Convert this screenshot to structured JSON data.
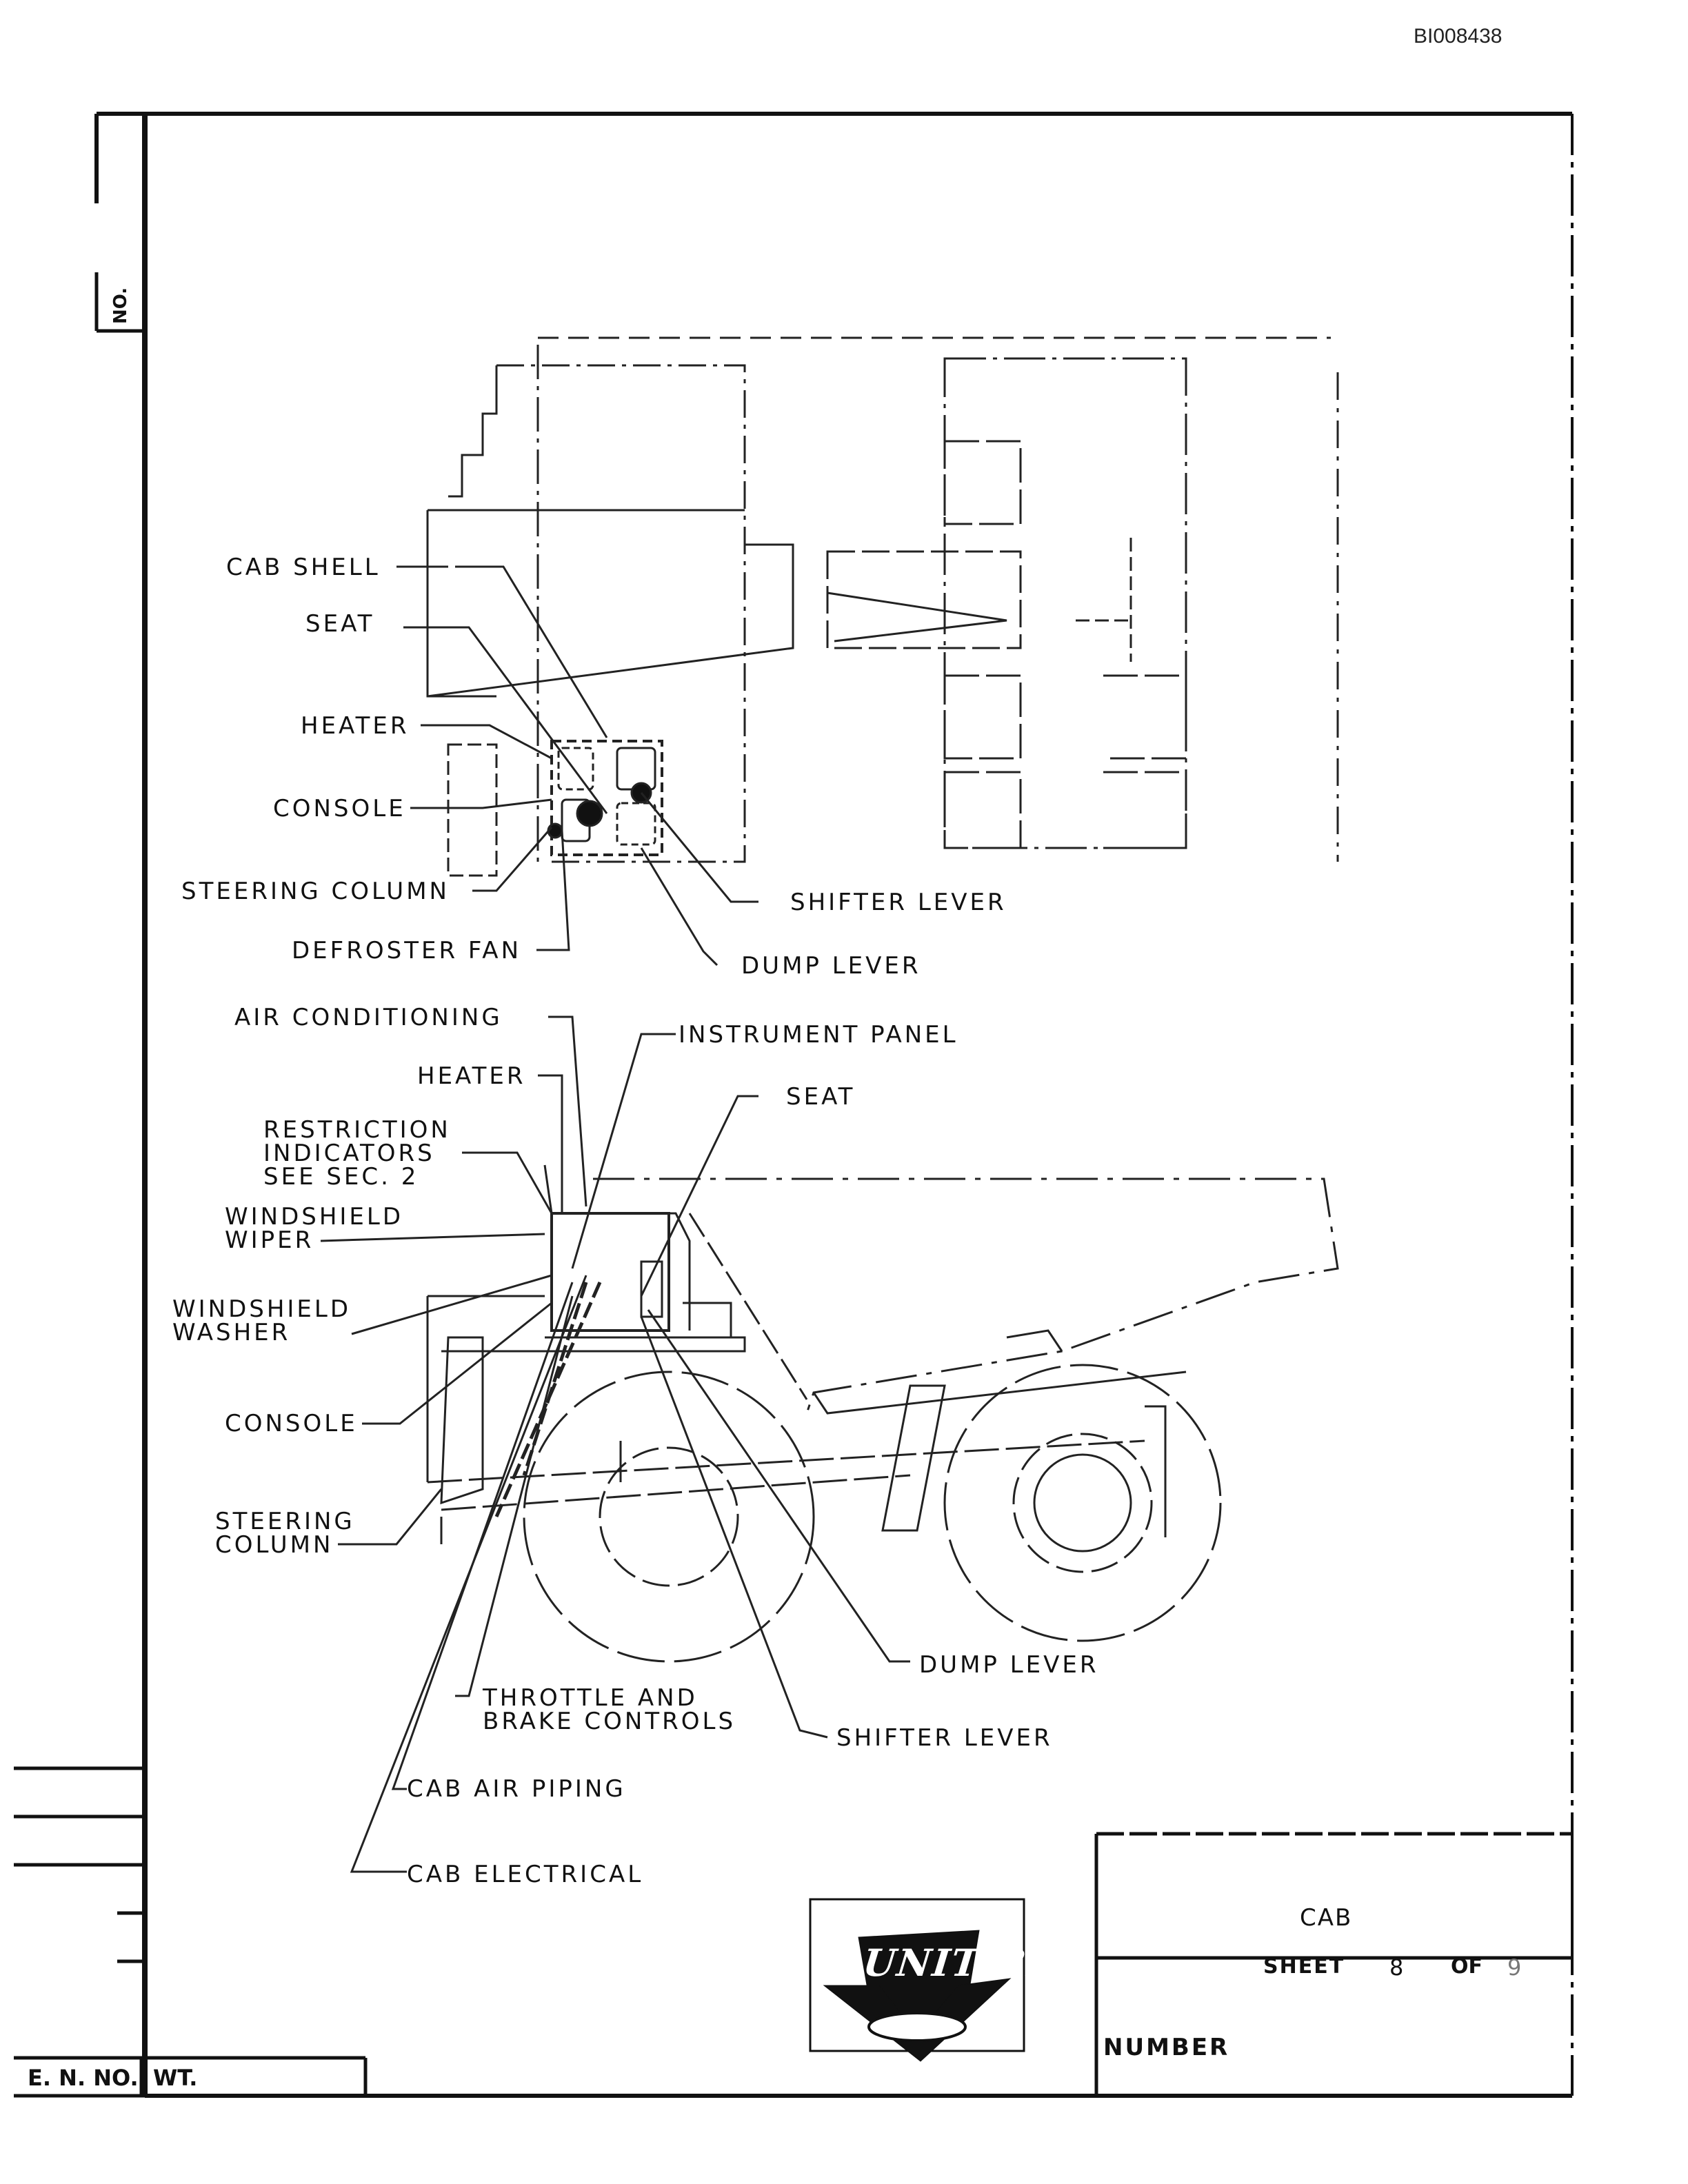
{
  "document_id": "BI008438",
  "margin_label": "NO.",
  "top_view_labels": {
    "cab_shell": "CAB SHELL",
    "seat": "SEAT",
    "heater": "HEATER",
    "console": "CONSOLE",
    "steering_column": "STEERING COLUMN",
    "defroster_fan": "DEFROSTER FAN",
    "shifter_lever": "SHIFTER LEVER",
    "dump_lever": "DUMP LEVER"
  },
  "side_view_labels": {
    "air_conditioning": "AIR CONDITIONING",
    "instrument_panel": "INSTRUMENT PANEL",
    "heater": "HEATER",
    "seat": "SEAT",
    "restriction_indicators": "RESTRICTION\nINDICATORS\nSEE SEC. 2",
    "windshield_wiper": "WINDSHIELD\nWIPER",
    "windshield_washer": "WINDSHIELD\nWASHER",
    "console": "CONSOLE",
    "steering_column": "STEERING\nCOLUMN",
    "dump_lever": "DUMP LEVER",
    "throttle_brake": "THROTTLE AND\nBRAKE CONTROLS",
    "shifter_lever": "SHIFTER LEVER",
    "cab_air_piping": "CAB AIR PIPING",
    "cab_electrical": "CAB ELECTRICAL"
  },
  "title_block": {
    "title": "CAB",
    "sheet_label": "SHEET",
    "sheet_number": "8",
    "of_label": "OF",
    "sheet_total": "9",
    "number_label": "NUMBER",
    "logo": "UNIT RIG",
    "en_no_label": "E. N. NO.",
    "wt_label": "WT."
  }
}
